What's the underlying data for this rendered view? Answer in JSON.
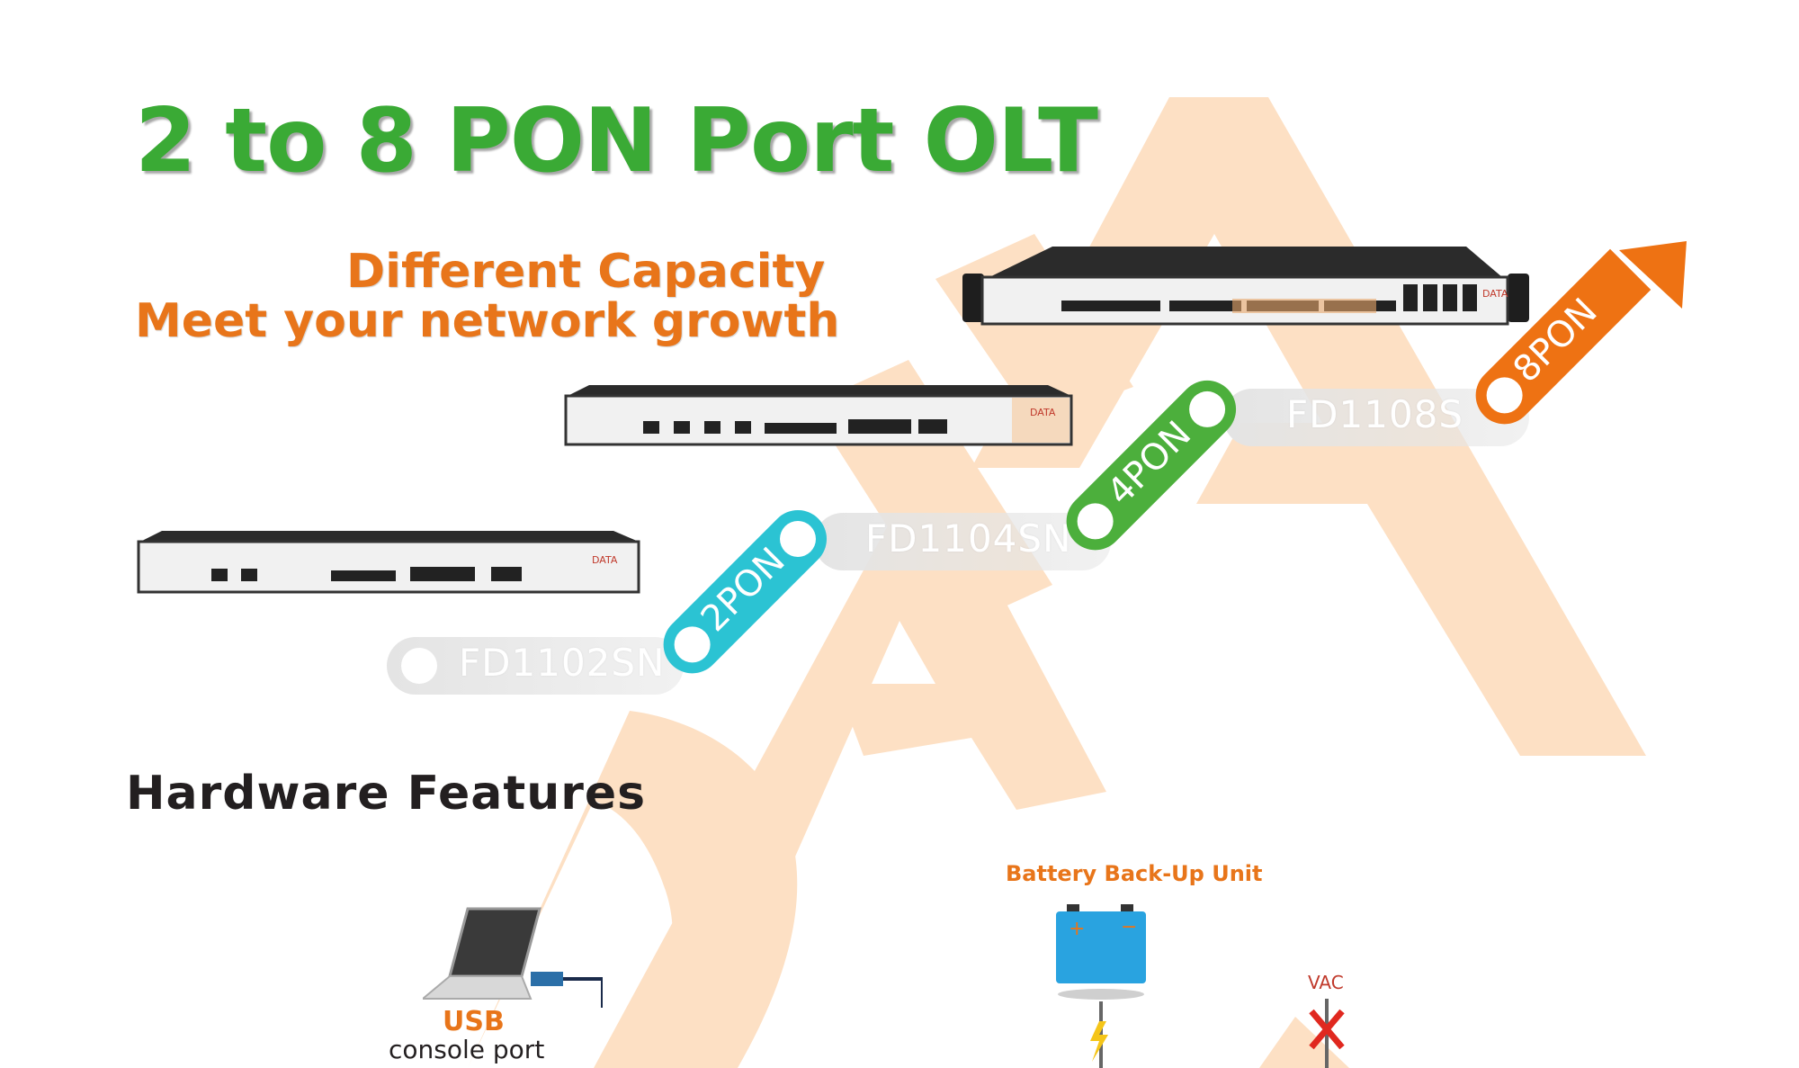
{
  "title": "2 to 8 PON Port OLT",
  "subtitle_line1": "Different Capacity",
  "subtitle_line2": "Meet your network growth",
  "watermark": "DATA",
  "models": [
    {
      "name": "FD1102SN",
      "pon": "2PON",
      "color": "#2bc3d3"
    },
    {
      "name": "FD1104SN",
      "pon": "4PON",
      "color": "#4caf3c"
    },
    {
      "name": "FD1108S",
      "pon": "8PON",
      "color": "#ee7213"
    }
  ],
  "hardware_features": {
    "heading": "Hardware Features",
    "usb_label": "USB",
    "console_label": "console port",
    "battery_label": "Battery Back-Up Unit",
    "vac_label": "VAC"
  },
  "colors": {
    "title_green": "#3aaa35",
    "accent_orange": "#e8751a",
    "watermark_peach": "#fde0c2"
  }
}
